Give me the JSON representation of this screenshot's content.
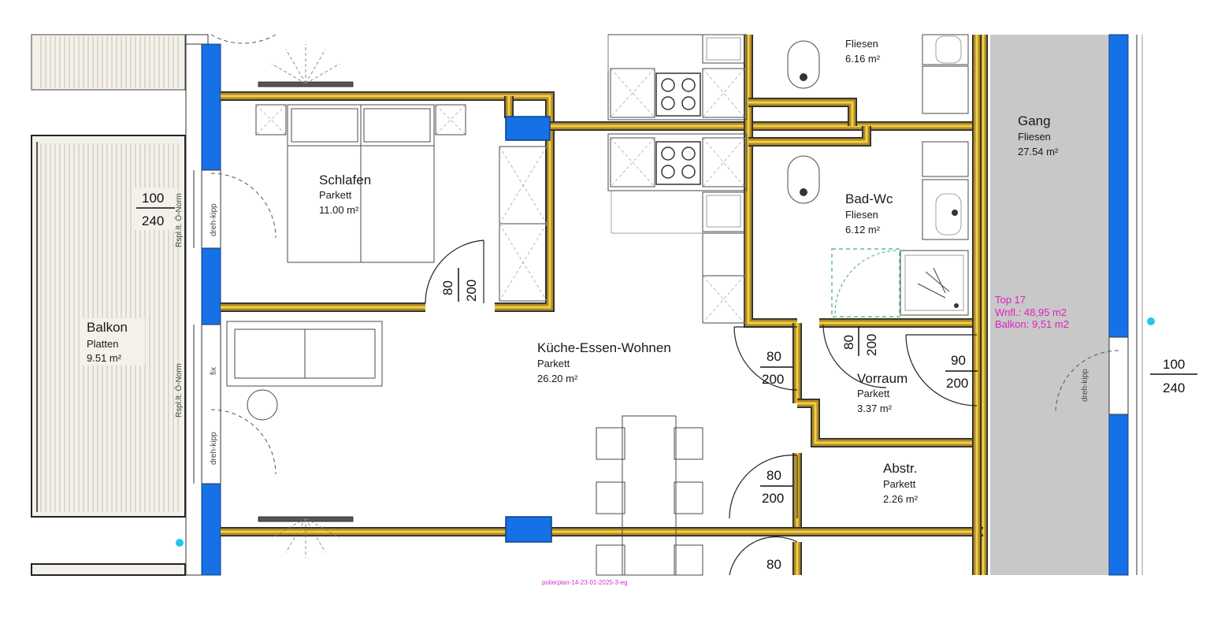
{
  "colors": {
    "wall_outer": "#2a2a2a",
    "wall_fill": "#b08a2e",
    "wall_core": "#f2d03a",
    "window_blue": "#1670e6",
    "corridor_gray": "#c8c8c8",
    "magenta": "#e020c0",
    "cyan_marker": "#22c6ee"
  },
  "rooms": {
    "schlafen": {
      "name": "Schlafen",
      "floor": "Parkett",
      "area": "11.00 m²"
    },
    "kueche": {
      "name": "Küche-Essen-Wohnen",
      "floor": "Parkett",
      "area": "26.20 m²"
    },
    "bad_top": {
      "floor": "Fliesen",
      "area": "6.16 m²"
    },
    "bad": {
      "name": "Bad-Wc",
      "floor": "Fliesen",
      "area": "6.12 m²"
    },
    "gang": {
      "name": "Gang",
      "floor": "Fliesen",
      "area": "27.54 m²"
    },
    "vorraum": {
      "name": "Vorraum",
      "floor": "Parkett",
      "area": "3.37 m²"
    },
    "abstr": {
      "name": "Abstr.",
      "floor": "Parkett",
      "area": "2.26 m²"
    },
    "balkon": {
      "name": "Balkon",
      "floor": "Platten",
      "area": "9.51 m²"
    }
  },
  "dimensions": {
    "window_left": {
      "w": "100",
      "h": "240"
    },
    "window_right": {
      "w": "100",
      "h": "240"
    },
    "door_schlafen": {
      "w": "80",
      "h": "200"
    },
    "door_vorraum_top": {
      "w": "80",
      "h": "200"
    },
    "door_kueche": {
      "w": "80",
      "h": "200"
    },
    "door_entrance": {
      "w": "90",
      "h": "200"
    },
    "door_abstr": {
      "w": "80",
      "h": "200"
    },
    "door_bottom": {
      "w": "80"
    }
  },
  "window_labels": {
    "dreh_kipp": "dreh-kipp",
    "fix": "fix",
    "rolladen": "Rspl.lt. Ö-Norm"
  },
  "unit_info": {
    "top": "Top 17",
    "wnfl": "Wnfl.: 48,95 m2",
    "balkon": "Balkon: 9,51 m2"
  },
  "footer": "polierplan-14-23-01-2025-3-eg"
}
